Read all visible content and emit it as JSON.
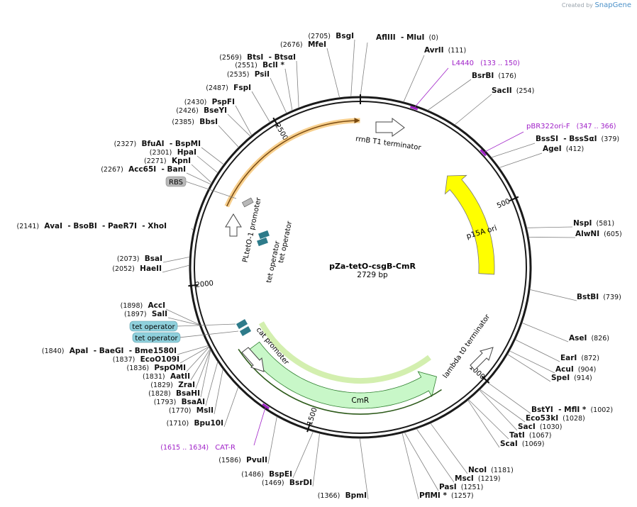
{
  "watermark": {
    "prefix": "Created by",
    "brand": "SnapGene"
  },
  "plasmid": {
    "name": "pZa-tetO-csgB-CmR",
    "length_text": "2729 bp"
  },
  "ticks": [
    "2500",
    "500",
    "1000",
    "1500",
    "2000"
  ],
  "enzymes": [
    {
      "label": "(0)",
      "names": [
        "AflIII",
        "- MluI"
      ],
      "pos_first": false
    },
    {
      "label": "(111)",
      "names": [
        "AvrII"
      ],
      "pos_first": false
    },
    {
      "label": "(176)",
      "names": [
        "BsrBI"
      ],
      "pos_first": false
    },
    {
      "label": "(254)",
      "names": [
        "SacII"
      ],
      "pos_first": false
    },
    {
      "label": "(379)",
      "names": [
        "BssSI",
        "- BssSαI"
      ],
      "pos_first": false
    },
    {
      "label": "(412)",
      "names": [
        "AgeI"
      ],
      "pos_first": false
    },
    {
      "label": "(581)",
      "names": [
        "NspI"
      ],
      "pos_first": false
    },
    {
      "label": "(605)",
      "names": [
        "AlwNI"
      ],
      "pos_first": false
    },
    {
      "label": "(739)",
      "names": [
        "BstBI"
      ],
      "pos_first": false
    },
    {
      "label": "(826)",
      "names": [
        "AseI"
      ],
      "pos_first": false
    },
    {
      "label": "(872)",
      "names": [
        "EarI"
      ],
      "pos_first": false
    },
    {
      "label": "(904)",
      "names": [
        "AcuI"
      ],
      "pos_first": false
    },
    {
      "label": "(914)",
      "names": [
        "SpeI"
      ],
      "pos_first": false
    },
    {
      "label": "(1002)",
      "names": [
        "BstYI",
        "- MflI *"
      ],
      "pos_first": false
    },
    {
      "label": "(1028)",
      "names": [
        "Eco53kI"
      ],
      "pos_first": false
    },
    {
      "label": "(1030)",
      "names": [
        "SacI"
      ],
      "pos_first": false
    },
    {
      "label": "(1067)",
      "names": [
        "TatI"
      ],
      "pos_first": false
    },
    {
      "label": "(1069)",
      "names": [
        "ScaI"
      ],
      "pos_first": false
    },
    {
      "label": "(1181)",
      "names": [
        "NcoI"
      ],
      "pos_first": false
    },
    {
      "label": "(1219)",
      "names": [
        "MscI"
      ],
      "pos_first": false
    },
    {
      "label": "(1251)",
      "names": [
        "PasI"
      ],
      "pos_first": false
    },
    {
      "label": "(1257)",
      "names": [
        "PflMI *"
      ],
      "pos_first": false
    },
    {
      "label": "(1366)",
      "names": [
        "BpmI"
      ],
      "pos_first": true
    },
    {
      "label": "(1469)",
      "names": [
        "BsrDI"
      ],
      "pos_first": true
    },
    {
      "label": "(1486)",
      "names": [
        "BspEI"
      ],
      "pos_first": true
    },
    {
      "label": "(1586)",
      "names": [
        "PvuII"
      ],
      "pos_first": true
    },
    {
      "label": "(1710)",
      "names": [
        "Bpu10I"
      ],
      "pos_first": true
    },
    {
      "label": "(1770)",
      "names": [
        "MslI"
      ],
      "pos_first": true
    },
    {
      "label": "(1793)",
      "names": [
        "BsaAI"
      ],
      "pos_first": true
    },
    {
      "label": "(1828)",
      "names": [
        "BsaHI"
      ],
      "pos_first": true
    },
    {
      "label": "(1829)",
      "names": [
        "ZraI"
      ],
      "pos_first": true
    },
    {
      "label": "(1831)",
      "names": [
        "AatII"
      ],
      "pos_first": true
    },
    {
      "label": "(1836)",
      "names": [
        "PspOMI"
      ],
      "pos_first": true
    },
    {
      "label": "(1837)",
      "names": [
        "EcoO109I"
      ],
      "pos_first": true
    },
    {
      "label": "(1840)",
      "names": [
        "ApaI",
        "- BaeGI",
        "- Bme1580I"
      ],
      "pos_first": true
    },
    {
      "label": "(1897)",
      "names": [
        "SalI"
      ],
      "pos_first": true
    },
    {
      "label": "(1898)",
      "names": [
        "AccI"
      ],
      "pos_first": true
    },
    {
      "label": "(2052)",
      "names": [
        "HaeII"
      ],
      "pos_first": true
    },
    {
      "label": "(2073)",
      "names": [
        "BsaI"
      ],
      "pos_first": true
    },
    {
      "label": "(2141)",
      "names": [
        "AvaI",
        "- BsoBI",
        "- PaeR7I",
        "- XhoI"
      ],
      "pos_first": true
    },
    {
      "label": "(2267)",
      "names": [
        "Acc65I",
        "- BanI"
      ],
      "pos_first": true
    },
    {
      "label": "(2271)",
      "names": [
        "KpnI"
      ],
      "pos_first": true
    },
    {
      "label": "(2301)",
      "names": [
        "HpaI"
      ],
      "pos_first": true
    },
    {
      "label": "(2327)",
      "names": [
        "BfuAI",
        "- BspMI"
      ],
      "pos_first": true
    },
    {
      "label": "(2385)",
      "names": [
        "BbsI"
      ],
      "pos_first": true
    },
    {
      "label": "(2426)",
      "names": [
        "BseYI"
      ],
      "pos_first": true
    },
    {
      "label": "(2430)",
      "names": [
        "PspFI"
      ],
      "pos_first": true
    },
    {
      "label": "(2487)",
      "names": [
        "FspI"
      ],
      "pos_first": true
    },
    {
      "label": "(2535)",
      "names": [
        "PsiI"
      ],
      "pos_first": true
    },
    {
      "label": "(2551)",
      "names": [
        "BclI *"
      ],
      "pos_first": true
    },
    {
      "label": "(2569)",
      "names": [
        "BtsI",
        "- BtsαI"
      ],
      "pos_first": true
    },
    {
      "label": "(2676)",
      "names": [
        "MfeI"
      ],
      "pos_first": true
    },
    {
      "label": "(2705)",
      "names": [
        "BsgI"
      ],
      "pos_first": true
    }
  ],
  "primers": [
    {
      "name": "L4440",
      "range": "(133 .. 150)"
    },
    {
      "name": "pBR322ori-F",
      "range": "(347 .. 366)"
    },
    {
      "name": "CAT-R",
      "range": "(1615 .. 1634)"
    }
  ],
  "features": {
    "rrnB": "rrnB T1 terminator",
    "p15A": "p15A ori",
    "lambda": "lambda t0 terminator",
    "cmr": "CmR",
    "cat_promoter": "cat promoter",
    "pltet": "PLtetO-1 promoter",
    "tet_op_1": "tet operator",
    "tet_op_2": "tet operator",
    "rbs": "RBS",
    "tet_box_1": "tet operator",
    "tet_box_2": "tet operator"
  },
  "colors": {
    "backbone": "#1a1a1a",
    "p15A": "#ffff00",
    "cmr": "#c8f7c8",
    "cmr_outline": "#2f7f2f",
    "cmr_glow": "#a8e060",
    "orange_arc": "#f0a830",
    "operator": "#2e7b8a",
    "rbs": "#b8b8b8",
    "tet_box": "#8fd0dc",
    "primer": "#a021c8",
    "leader": "#808080"
  }
}
